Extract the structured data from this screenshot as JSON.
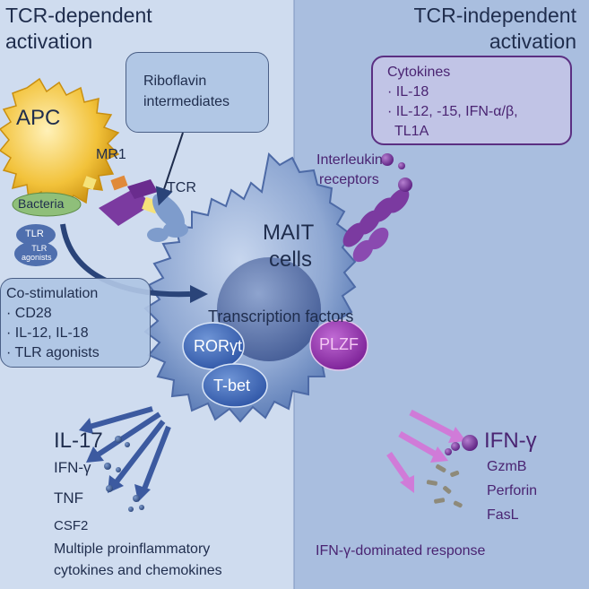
{
  "titles": {
    "left_line1": "TCR-dependent",
    "left_line2": "activation",
    "right_line1": "TCR-independent",
    "right_line2": "activation"
  },
  "apc": {
    "label": "APC",
    "bacteria": "Bacteria",
    "tlr": "TLR",
    "tlr_agonists_line1": "TLR",
    "tlr_agonists_line2": "agonists",
    "mr1": "MR1",
    "tcr": "TCR"
  },
  "riboflavin": {
    "line1": "Riboflavin",
    "line2": "intermediates"
  },
  "cytokines_box": {
    "title": "Cytokines",
    "items": [
      "· IL-18",
      "· IL-12, -15, IFN-α/β,",
      "TL1A"
    ]
  },
  "interleukin": {
    "line1": "Interleukin",
    "line2": "receptors"
  },
  "mait": {
    "line1": "MAIT",
    "line2": "cells",
    "transcription": "Transcription factors",
    "rorgt": "RORγt",
    "tbet": "T-bet",
    "plzf": "PLZF"
  },
  "costim": {
    "title": "Co-stimulation",
    "items": [
      "· CD28",
      "· IL-12, IL-18",
      "· TLR agonists"
    ]
  },
  "left_output": {
    "il17": "IL-17",
    "ifng": "IFN-γ",
    "tnf": "TNF",
    "csf2": "CSF2",
    "summary_line1": "Multiple proinflammatory",
    "summary_line2": "cytokines and chemokines"
  },
  "right_output": {
    "ifng": "IFN-γ",
    "gzmb": "GzmB",
    "perforin": "Perforin",
    "fasl": "FasL",
    "summary": "IFN-γ-dominated response"
  },
  "colors": {
    "left_panel": "#cfdcef",
    "right_panel": "#a9bedf",
    "apc_fill": "#f2c23a",
    "mait_fill": "#8fa8d2",
    "purple": "#6a2c8e",
    "navy": "#1f2d4d",
    "plzf_fill": "#9b3db2",
    "arrow_blue": "#3c5aa0",
    "arrow_pink": "#d07bd8"
  }
}
